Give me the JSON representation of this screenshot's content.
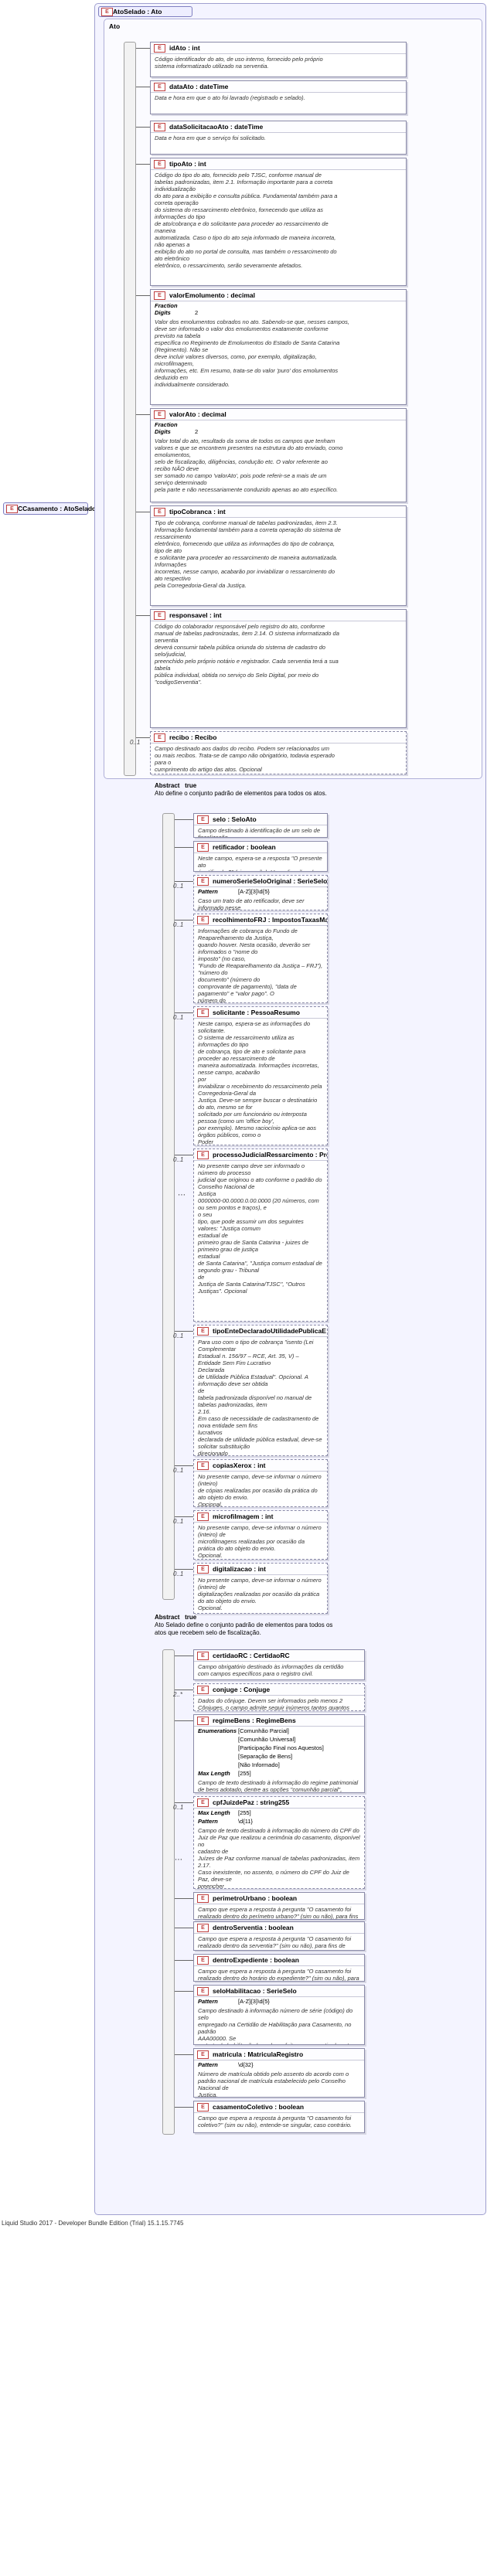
{
  "root": {
    "label": "CCasamento : AtoSelado"
  },
  "group": {
    "header": "AtoSelado : Ato",
    "inner_title": "Ato"
  },
  "ato_elements": [
    {
      "name": "idAto : int",
      "doc": "Código identificador do ato, de uso interno, fornecido pelo próprio\nsistema informatizado utilizado na serventia."
    },
    {
      "name": "dataAto : dateTime",
      "doc": "Data e hora em que o ato foi lavrado (registrado e selado)."
    },
    {
      "name": "dataSolicitacaoAto : dateTime",
      "doc": "Data e hora em que o serviço foi solicitado."
    },
    {
      "name": "tipoAto : int",
      "doc": "Código do tipo do ato, fornecido pelo TJSC, conforme manual de\ntabelas padronizadas, item 2.1. Informação importante para a correta\nindividualização\ndo ato para a exibição e consulta pública. Fundamental também para a\ncorreta operação\ndo sistema do ressarcimento eletrônico, fornecendo que utiliza as\ninformações do tipo\nde ato/cobrança e do solicitante para proceder ao ressarcimento de\nmaneira\nautomatizada. Caso o tipo do ato seja informado de maneira incorreta,\nnão apenas a\nexibição do ato no portal de consulta, mas também o ressarcimento do\nato eletrônico\neletrônico, o ressarcimento, serão severamente afetados."
    },
    {
      "name": "valorEmolumento : decimal",
      "facets": [
        [
          "Fraction Digits",
          "2"
        ]
      ],
      "doc": "Valor dos emolumentos cobrados no ato. Sabendo-se que, nesses campos,\ndeve ser informado o valor dos emolumentos exatamente conforme\nprevisto na tabela\nespecífica no Regimento de Emolumentos do Estado de Santa Catarina\n(Regimento). Não se\ndeve incluir valores diversos, como, por exemplo, digitalização,\nmicrofilmagem,\ninformações, etc. Em resumo, trata-se do valor 'puro' dos emolumentos\ndeduzido em\nindividualmente considerado."
    },
    {
      "name": "valorAto : decimal",
      "facets": [
        [
          "Fraction Digits",
          "2"
        ]
      ],
      "doc": "Valor total do ato, resultado da soma de todos os campos que tenham\nvalores e que se encontrem presentes na estrutura do ato enviado, como\nemolumentos,\nselo de fiscalização, diligências, condução etc. O valor referente ao\nrecibo NÃO deve\nser somado no campo 'valorAto', pois pode referir-se a mais de um\nserviço determinado\npela parte e não necessariamente conduzido apenas ao ato específico."
    },
    {
      "name": "tipoCobranca : int",
      "doc": "Tipo de cobrança, conforme manual de tabelas padronizadas, item 2.3.\nInformação fundamental também para a correta operação do sistema de\nressarcimento\neletrônico, fornecendo que utiliza as informações do tipo de cobrança,\ntipo de ato\ne solicitante para proceder ao ressarcimento de maneira automatizada.\nInformações\nincorretas, nesse campo, acabarão por inviabilizar o ressarcimento do\nato respectivo\npela Corregedoria-Geral da Justiça."
    },
    {
      "name": "responsavel : int",
      "doc": "Código do colaborador responsável pelo registro do ato, conforme\nmanual de tabelas padronizadas, item 2.14. O sistema informatizado da\nserventia\ndeverá consumir tabela pública oriunda do sistema de cadastro do\nselo/judicial,\npreenchido pelo próprio notário e registrador. Cada serventia terá a sua\ntabela\npública individual, obtida no serviço do Selo Digital, por meio do\n\"codigoServentia\"."
    },
    {
      "name": "recibo : Recibo",
      "optional": true,
      "card": "0..1",
      "doc": "Campo destinado aos dados do recibo. Podem ser relacionados um\nou mais recibos. Trata-se de campo não obrigatório, todavia esperado\npara o\ncumprimento do artigo das atos. Opcional"
    }
  ],
  "abstract1": {
    "key": "Abstract",
    "value": "true",
    "text": "Ato define o conjunto padrão de elementos para todos os atos."
  },
  "atoselado_elements": [
    {
      "name": "selo : SeloAto",
      "doc": "Campo destinado à identificação de um selo de fiscalização."
    },
    {
      "name": "retificador : boolean",
      "doc": "Neste campo, espera-se a resposta \"O presente ato\né retificador?\" (sim ou não). Ver aplicações do ato retificador no FAQ do\nSelo Digital."
    },
    {
      "name": "numeroSerieSeloOriginal : SerieSelo",
      "optional": true,
      "card": "0..1",
      "facets": [
        [
          "Pattern",
          "[A-Z]{3}\\d{5}"
        ]
      ],
      "doc": "Caso um trato de ato retificador, deve ser informado nesse\ncampo o número de série do selo digital empregado no ato retificado, no\npadrão AAA00000. Opcional."
    },
    {
      "name": "recolhimentoFRJ : ImpostosTaxasMascaraBoleto",
      "optional": true,
      "card": "0..1",
      "doc": "Informações de cobrança do Fundo de Reaparelhamento da Justiça,\nquando houver. Nesta ocasião, deverão ser informados o \"nome do\nimposto\" (no caso,\n\"Fundo de Reaparelhamento da Justiça – FRJ\"), \"número do\ndocumento\" (número do\ncomprovante de pagamento), \"data de pagamento\" e \"valor pago\". O\nnúmero do\ndocumento exibido aqui é o \"recolhimento\" de um boleto bancário emitido\npelo FUSC.\nA precisão dessas informações é fundamental para a auditoria do Fundo\nde\nReaparelhamento da Justiça. Opcional"
    },
    {
      "name": "solicitante : PessoaResumo",
      "optional": true,
      "card": "0..1",
      "doc": "Neste campo, espera-se as informações do solicitante.\nO sistema de ressarcimento utiliza as informações do tipo\nde cobrança, tipo de ato e solicitante para proceder ao ressarcimento de\nmaneira automatizada. Informações incorretas, nesse campo, acabarão\npor\ninviabilizar o recebimento do ressarcimento pela Corregedoria-Geral da\nJustiça. Deve-se sempre buscar o destinatário do ato, mesmo se for\nsolicitado por um funcionário ou interposta pessoa (como um 'office boy',\npor exemplo). Mesmo raciocínio aplica-se aos órgãos públicos, como o\nPoder\nJudiciário, empresas públicas, sociedades de economia mista,\nautarquias,\ne também a entes federativos, como o município, o estado e a união. As\nunidades jurisdicionais, secretarias de estado, entes federados e órgãos\npúblicos em geral deverão ser devidamente qualificados c/ CNPJ a ser\ninformado deverá ser o do estado do poder público solicitante, como, por\nexemplo, o CNPJ do Poder Judiciário, em se tratando de unidades\njurisdicionais.\nMais detalhes no Código de Normas da Corregedoria-Geral da Justiça, art. 529, §§ 1º\ne 3º, e clarsentes a remessa de informações dos seguintes campos, pelo\nmenos: nome da pessoa, tipo da pessoa, se física ou jurídica, e tipo e\nnúmero do documento."
    },
    {
      "name": "processoJudicialRessarcimento : ProcessoJudicial",
      "optional": true,
      "card": "0..1",
      "doc": "No presente campo deve ser informado o número do processo\njudicial que originou o ato conforme o padrão do Conselho Nacional de\nJustiça\n0000000-00.0000.0.00.0000 (20 números, com ou sem pontos e traços), e\no seu\ntipo, que pode assumir um dos seguintes valores: \"Justiça comum\nestadual de\nprimeiro grau de Santa Catarina - juizes de primeiro grau de justiça\nestadual\nde Santa Catarina\", \"Justiça comum estadual de segundo grau - Tribunal\nde\nJustiça de Santa Catarina/TJSC\", \"Outros Justiças\". Opcional"
    },
    {
      "name": "tipoEnteDeclaradoUtilidadePublicaE : int estadual",
      "optional": true,
      "card": "0..1",
      "doc": "Para uso com o tipo de cobrança \"isento (Lei Complementar\nEstadual n. 156/97 – RCE, Art. 35, V) – Entidade Sem Fim Lucrativo\nDeclarada\nde Utilidade Pública Estadual\". Opcional. A informação deve ser obtida\nde\ntabela padronizada disponível no manual de tabelas padronizadas, item\n2.16.\nEm caso de necessidade de cadastramento de nova entidade sem fins\nlucrativos\ndeclarada de utilidade pública estadual, deve-se solicitar substituição\ndirecionado\nao setor de selos de fiscalização da Corregedoria-Geral da Justiça por\nmeio da\nCentral de Atendimento Eletrônico, acompanhada da cópia da lei\nestadual que\nreconheceu a condição."
    },
    {
      "name": "copiasXerox : int",
      "optional": true,
      "card": "0..1",
      "doc": "No presente campo, deve-se informar o número (inteiro)\nde cópias realizadas por ocasião da prática do ato objeto do envio.\nOpcional."
    },
    {
      "name": "microfilmagem : int",
      "optional": true,
      "card": "0..1",
      "doc": "No presente campo, deve-se informar o número (inteiro) de\nmicrofilmagens realizadas por ocasião da prática do ato objeto do envio.\nOpcional."
    },
    {
      "name": "digitalizacao : int",
      "optional": true,
      "card": "0..1",
      "doc": "No presente campo, deve-se informar o número (inteiro) de\ndigitalizações realizadas por ocasião da prática do ato objeto do envio.\nOpcional."
    }
  ],
  "abstract2": {
    "key": "Abstract",
    "value": "true",
    "text": "Ato Selado define o conjunto padrão de elementos para todos os\natos que recebem selo de fiscalização."
  },
  "ccasamento_elements": [
    {
      "name": "certidaoRC : CertidaoRC",
      "doc": "Campo obrigatório destinado às informações da certidão\ncom campos específicos para o registro civil."
    },
    {
      "name": "conjuge : Conjuge",
      "optional": true,
      "card": "2..*",
      "doc": "Dados do cônjuge. Devem ser informados pelo menos 2\nCônjuges, o campo admite seguir inúmeros tantos quantos existirem."
    },
    {
      "name": "regimeBens : RegimeBens",
      "facets": [
        [
          "Enumerations",
          "[Comunhão Parcial]"
        ],
        [
          "",
          "[Comunhão Universal]"
        ],
        [
          "",
          "[Participação Final nos Aquestos]"
        ],
        [
          "",
          "[Separação de Bens]"
        ],
        [
          "",
          "[Não Informado]"
        ],
        [
          "Max Length",
          "[255]"
        ]
      ],
      "doc": "Campo de texto destinado à informação do regime patrimonial\nde bens adotado, dentre as opções \"comunhão parcial\", \"comunhão\nuniversal\",\n\"participação final nos aquestos\", \"separação de bens\" e \"não informado\"."
    },
    {
      "name": "cpfJuizdePaz : string255",
      "optional": true,
      "card": "0..1",
      "facets": [
        [
          "Max Length",
          "[255]"
        ],
        [
          "Pattern",
          "\\d{11}"
        ]
      ],
      "doc": "Campo de texto destinado à informação do número do CPF do\nJuiz de Paz que realizou a cerimônia do casamento, disponível no\ncadastro de\nJuízes de Paz conforme manual de tabelas padronizadas, item 2.17.\nCaso inexistente, no assento, o número do CPF do Juiz de Paz, deve-se\npreencher\no campo com zeros (00000000000), e, no campo observações,\ndeve-se incluir\na informação de que o assento não apresenta o CPF do Juiz de Paz."
    },
    {
      "name": "perimetroUrbano : boolean",
      "doc": "Campo que espera a resposta à pergunta \"O casamento foi\nrealizado dentro do perímetro urbano?\" (sim ou não), para fins de\nressarcimento."
    },
    {
      "name": "dentroServentia : boolean",
      "doc": "Campo que espera a resposta à pergunta \"O casamento foi\nrealizado dentro da serventia?\" (sim ou não), para fins de ressarcimento."
    },
    {
      "name": "dentroExpediente : boolean",
      "doc": "Campo que espera a resposta à pergunta \"O casamento foi\nrealizado dentro do horário do expediente?\" (sim ou não), para fins de\nressarcimento."
    },
    {
      "name": "seloHabilitacao : SerieSelo",
      "facets": [
        [
          "Pattern",
          "[A-Z]{3}\\d{5}"
        ]
      ],
      "doc": "Campo destinado à informação número de série (código) do selo\nempregado na Certidão de Habilitação para Casamento, no padrão\nAAA00000. Se\nse trata de habilitação lavrada a efeito por serventia de outro notado que\nnão\nutilize selo de fiscalização ou válido outro padrão de numeração, deve-se\npreencher o campo com a expressão \"AAA00000\"."
    },
    {
      "name": "matricula : MatriculaRegistro",
      "facets": [
        [
          "Pattern",
          "\\d{32}"
        ]
      ],
      "doc": "Número de matrícula obtido pelo assento do acordo com o\npadrão nacional de matrícula estabelecido pelo Conselho Nacional de\nJustiça."
    },
    {
      "name": "casamentoColetivo : boolean",
      "doc": "Campo que espera a resposta à pergunta \"O casamento foi\ncoletivo?\" (sim ou não), entende-se singular, caso contrário."
    }
  ],
  "footer": "Liquid Studio 2017 - Developer Bundle Edition (Trial) 15.1.15.7745"
}
